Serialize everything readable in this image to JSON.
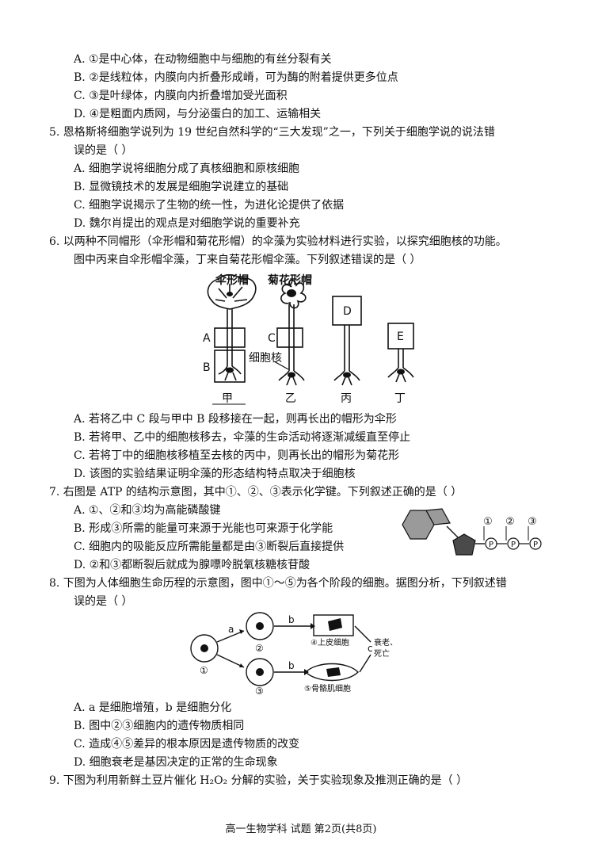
{
  "q4": {
    "options": [
      "A.  ①是中心体，在动物细胞中与细胞的有丝分裂有关",
      "B.  ②是线粒体，内膜向内折叠形成嵴，可为酶的附着提供更多位点",
      "C.  ③是叶绿体，内膜向内折叠增加受光面积",
      "D.  ④是粗面内质网，与分泌蛋白的加工、运输相关"
    ]
  },
  "q5": {
    "stem": [
      "5.   恩格斯将细胞学说列为 19 世纪自然科学的“三大发现”之一，下列关于细胞学说的说法错",
      "误的是（        ）"
    ],
    "options": [
      "A.  细胞学说将细胞分成了真核细胞和原核细胞",
      "B.  显微镜技术的发展是细胞学说建立的基础",
      "C.  细胞学说揭示了生物的统一性，为进化论提供了依据",
      "D.  魏尔肖提出的观点是对细胞学说的重要补充"
    ]
  },
  "q6": {
    "stem": [
      "6.   以两种不同帽形（伞形帽和菊花形帽）的伞藻为实验材料进行实验，以探究细胞核的功能。",
      "图中丙来自伞形帽伞藻，丁来自菊花形帽伞藻。下列叙述错误的是（        ）"
    ],
    "figure": {
      "cap1": "伞形帽",
      "cap2": "菊花形帽",
      "A": "A",
      "B": "B",
      "C": "C",
      "D": "D",
      "E": "E",
      "nucleus": "细胞核",
      "jia": "甲",
      "yi": "乙",
      "bing": "丙",
      "ding": "丁"
    },
    "options": [
      "A.  若将乙中 C 段与甲中 B 段移接在一起，则再长出的帽形为伞形",
      "B.  若将甲、乙中的细胞核移去，伞藻的生命活动将逐渐减缓直至停止",
      "C.  若将丁中的细胞核移植至去核的丙中，则再长出的帽形为菊花形",
      "D.  该图的实验结果证明伞藻的形态结构特点取决于细胞核"
    ]
  },
  "q7": {
    "stem": "7.   右图是 ATP 的结构示意图，其中①、②、③表示化学键。下列叙述正确的是（        ）",
    "options": [
      "A.  ①、②和③均为高能磷酸键",
      "B.  形成③所需的能量可来源于光能也可来源于化学能",
      "C.  细胞内的吸能反应所需能量都是由③断裂后直接提供",
      "D.  ②和③都断裂后就成为腺嘌呤脱氧核糖核苷酸"
    ],
    "figure": {
      "b1": "①",
      "b2": "②",
      "b3": "③",
      "p": "P"
    }
  },
  "q8": {
    "stem": [
      "8.   下图为人体细胞生命历程的示意图，图中①～⑤为各个阶段的细胞。据图分析，下列叙述错",
      "误的是（        ）"
    ],
    "figure": {
      "c1": "①",
      "c2": "②",
      "c3": "③",
      "a": "a",
      "b": "b",
      "c": "c",
      "label4": "④上皮细胞",
      "label5": "⑤骨骼肌细胞",
      "end1": "衰老、",
      "end2": "死亡"
    },
    "options": [
      "A.  a 是细胞增殖，b 是细胞分化",
      "B.  图中②③细胞内的遗传物质相同",
      "C.  造成④⑤差异的根本原因是遗传物质的改变",
      "D.  细胞衰老是基因决定的正常的生命现象"
    ]
  },
  "q9": {
    "stem": "9.   下图为利用新鲜土豆片催化 H₂O₂ 分解的实验，关于实验现象及推测正确的是（        ）"
  },
  "footer": "高一生物学科  试题  第2页(共8页)"
}
